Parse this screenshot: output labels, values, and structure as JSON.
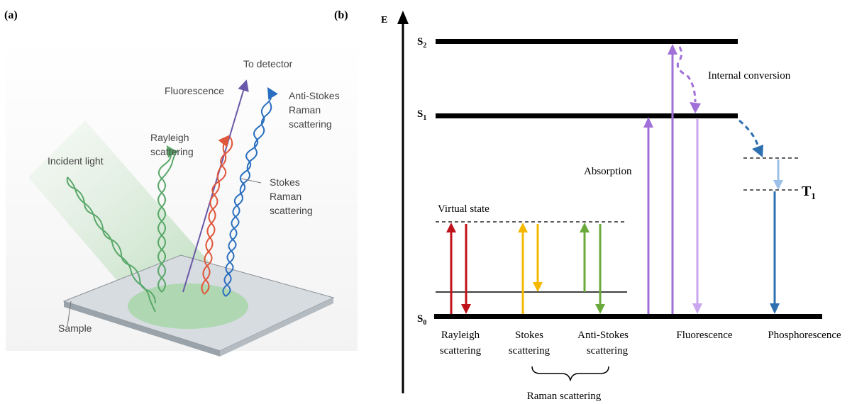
{
  "panel_a": {
    "label": "(a)",
    "labels": {
      "to_detector": "To detector",
      "fluorescence": "Fluorescence",
      "anti_stokes_1": "Anti-Stokes",
      "anti_stokes_2": "Raman",
      "anti_stokes_3": "scattering",
      "rayleigh_1": "Rayleigh",
      "rayleigh_2": "scattering",
      "incident": "Incident light",
      "stokes_1": "Stokes",
      "stokes_2": "Raman",
      "stokes_3": "scattering",
      "sample": "Sample"
    },
    "colors": {
      "green": "#5aa86a",
      "red": "#e0573b",
      "blue": "#2a6fbf",
      "purple": "#6a58a8"
    }
  },
  "panel_b": {
    "label": "(b)",
    "axis_label": "E",
    "levels": {
      "s2_main": "S",
      "s2_sub": "2",
      "s1_main": "S",
      "s1_sub": "1",
      "s0_main": "S",
      "s0_sub": "0",
      "t1_main": "T",
      "t1_sub": "1"
    },
    "labels": {
      "virtual_state": "Virtual state",
      "internal_conversion": "Internal conversion",
      "absorption": "Absorption",
      "rayleigh_1": "Rayleigh",
      "rayleigh_2": "scattering",
      "stokes_1": "Stokes",
      "stokes_2": "scattering",
      "anti_stokes_1": "Anti-Stokes",
      "anti_stokes_2": "scattering",
      "fluorescence": "Fluorescence",
      "phosphorescence": "Phosphorescence",
      "raman": "Raman scattering"
    },
    "colors": {
      "rayleigh": "#c0121a",
      "stokes": "#f5b800",
      "anti_stokes": "#6aaa3a",
      "absorption": "#a070d8",
      "fluorescence_emission": "#c9a6ee",
      "phosphorescence": "#2e6fb0",
      "isc": "#2e6fb0",
      "t1_relax": "#9cc0e8"
    }
  }
}
